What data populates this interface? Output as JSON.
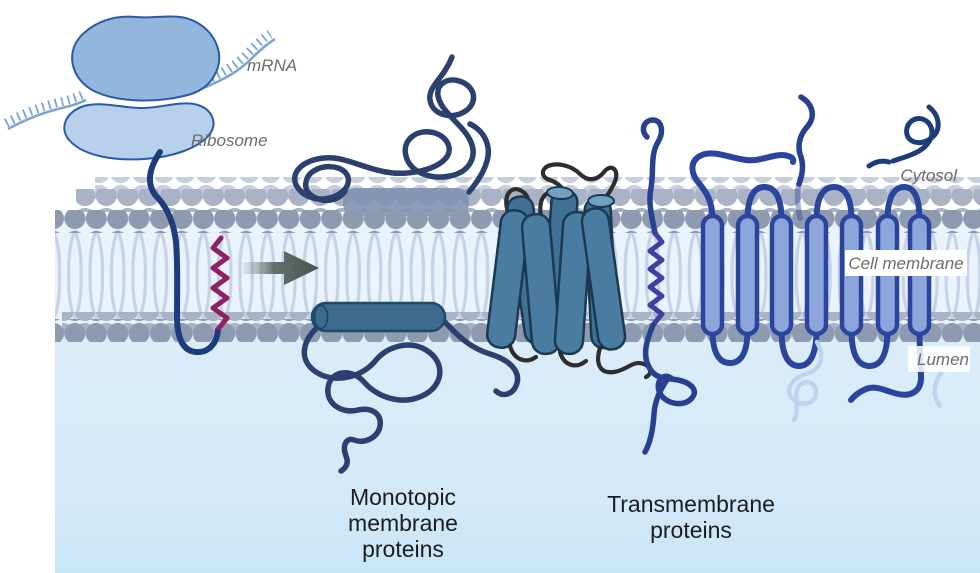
{
  "diagram": {
    "title_context": "membrane protein insertion diagram",
    "labels": {
      "mrna": "mRNA",
      "ribosome": "Ribosome",
      "cytosol": "Cytosol",
      "cell_membrane": "Cell membrane",
      "lumen": "Lumen"
    },
    "captions": {
      "monotopic_line1": "Monotopic",
      "monotopic_line2": "membrane",
      "monotopic_line3": "proteins",
      "transmembrane_line1": "Transmembrane",
      "transmembrane_line2": "proteins"
    },
    "icon_semantics": {
      "ribosome-icon": "two-subunit ribosome translating mRNA",
      "mrna-strand-icon": "ticked mRNA strand",
      "nascent-chain-icon": "nascent polypeptide chain",
      "signal-anchor-magenta-icon": "magenta helical signal anchor in bilayer",
      "signal-anchor-indigo-icon": "indigo helical transmembrane segment",
      "insertion-arrow-icon": "right-pointing insertion arrow",
      "monotopic-surface-helix-icon": "amphipathic helix on outer leaflet",
      "monotopic-embedded-helix-icon": "helix embedded in inner leaflet",
      "helix-bundle-icon": "alpha-helix bundle transmembrane protein",
      "serpentine-protein-icon": "seven-pass transmembrane protein"
    },
    "colors": {
      "ribosome_large_subunit": "#93b6dd",
      "ribosome_small_subunit": "#b8d0ec",
      "mrna_strand": "#7ba3d4",
      "nascent_chain_navy": "#1d3c7c",
      "tangle_navy": "#2c4070",
      "signal_anchor_magenta": "#8e2164",
      "signal_anchor_indigo": "#3d41a5",
      "lipid_head_front": "#8e9ab0",
      "lipid_head_mid": "#a9b3c6",
      "lipid_head_back": "#c7cedd",
      "lipid_tail": "#c5d2e7",
      "membrane_core": "#eaf2fb",
      "lumen_gradient_top": "#dcedf9",
      "lumen_gradient_bottom": "#c9e6f9",
      "helix_bundle_teal": "#4a7ca2",
      "helix_bundle_outline": "#1b3950",
      "black_loops": "#2d2d2d",
      "serpentine_fill": "#8ca6dc",
      "serpentine_outline": "#2b459e",
      "monotopic_surface_helix": "#7e92b0",
      "monotopic_embedded_helix": "#3e6c8e",
      "ghost_chain": "#bcd5ec",
      "arrow_gray": "#4a544d",
      "label_gray": "#6c6c6c",
      "caption_black": "#1c1c1e"
    }
  }
}
